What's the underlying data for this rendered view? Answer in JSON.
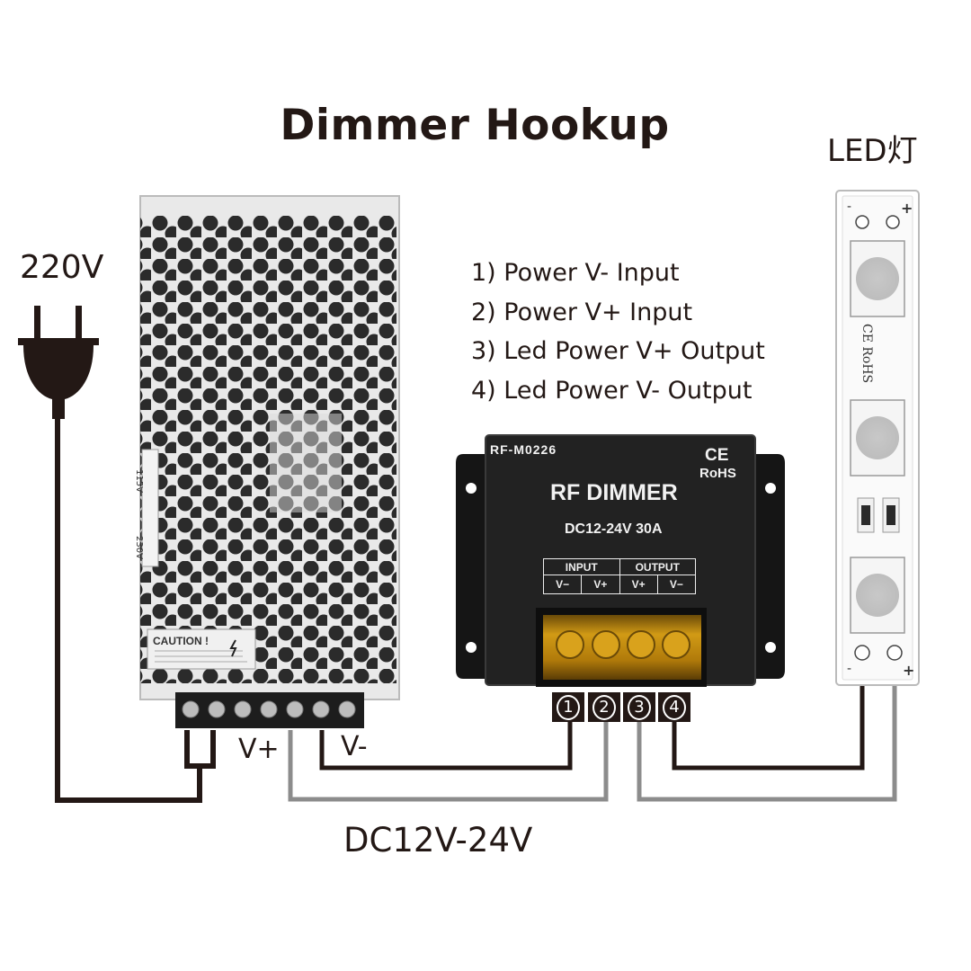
{
  "title": "Dimmer Hookup",
  "led_strip": {
    "title": "LED灯",
    "top_minus": "-",
    "top_plus": "+",
    "bottom_minus": "-",
    "bottom_plus": "+",
    "cert_text": "CE RoHS"
  },
  "mains": {
    "voltage_label": "220V"
  },
  "legend": [
    "1) Power V- Input",
    "2) Power V+ Input",
    "3) Led Power V+ Output",
    "4) Led Power V- Output"
  ],
  "power_supply": {
    "caution_label": "CAUTION !",
    "switch_115": "115V",
    "switch_230": "230V",
    "vplus_label": "V+",
    "vminus_label": "V-",
    "output_label": "DC12V-24V"
  },
  "dimmer": {
    "model": "RF-M0226",
    "name": "RF DIMMER",
    "spec": "DC12-24V 30A",
    "ce": "CE",
    "rohs": "RoHS",
    "input_header": "INPUT",
    "output_header": "OUTPUT",
    "terminals": [
      "V−",
      "V+",
      "V+",
      "V−"
    ],
    "terminal_numbers": [
      "①",
      "②",
      "③",
      "④"
    ]
  },
  "colors": {
    "wire_dark": "#231815",
    "wire_gray": "#8c8c8c",
    "dimmer_body": "#1e1e1e",
    "terminal_amber": "#c8900e"
  }
}
